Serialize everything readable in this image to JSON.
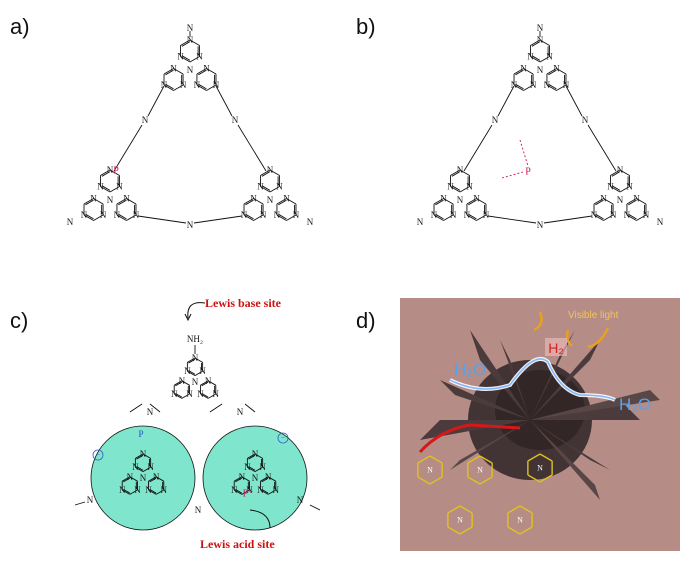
{
  "panels": {
    "a": {
      "label": "a)"
    },
    "b": {
      "label": "b)"
    },
    "c": {
      "label": "c)"
    },
    "d": {
      "label": "d)"
    }
  },
  "atoms": {
    "nitrogen": "N",
    "phosphorus": "P",
    "amine": "NH₂",
    "phosphonium": "P⁺"
  },
  "panel_c": {
    "lewis_base": "Lewis base site",
    "lewis_acid": "Lewis acid site",
    "charge": "−"
  },
  "panel_d": {
    "visible_light": "Visible light",
    "h2": "H₂",
    "h2o_left": "H₂O",
    "h2o_right": "H₂O"
  },
  "colors": {
    "bond": "#111111",
    "phosphorus": "#d0135a",
    "lewis_text": "#cc1111",
    "circle_fill": "#7fe5cc",
    "photo_bg": "#b58d86",
    "photo_text": "#5aa0e8",
    "light_arrow": "#e8a020"
  }
}
